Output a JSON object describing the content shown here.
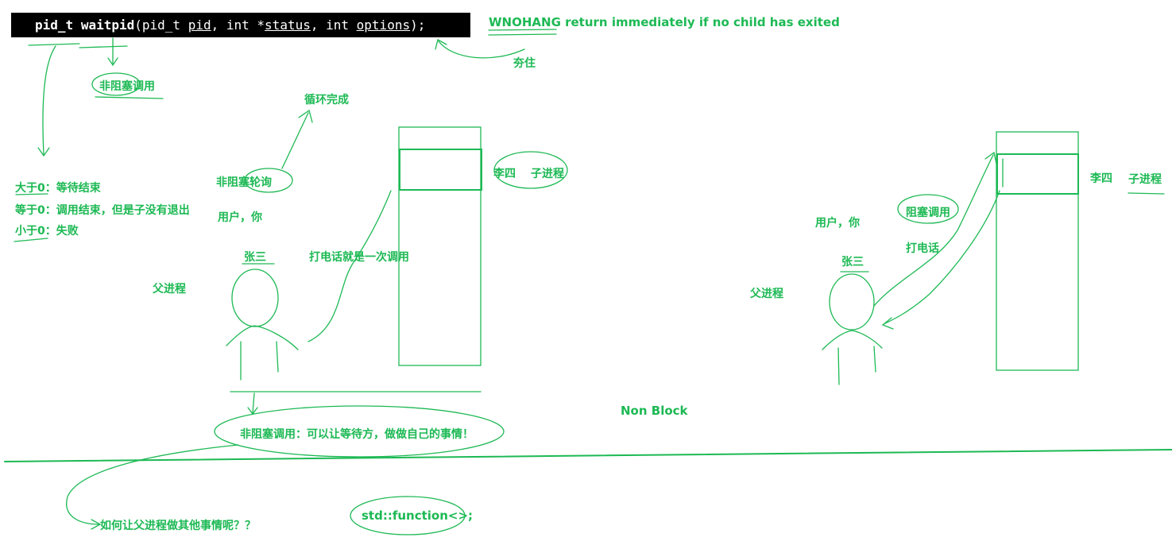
{
  "code": {
    "ret": "pid_t",
    "fn": "waitpid",
    "p1_type": "pid_t",
    "p1": "pid",
    "p2_type": "int *",
    "p2": "status",
    "p3_type": "int",
    "p3": "options",
    "close": ");"
  },
  "labels": {
    "wnohang": "WNOHANG return immediately if no child has exited",
    "kuazhu": "夯住",
    "nonblocking_call": "非阻塞调用",
    "loop_done": "循环完成",
    "nonblocking_poll": "非阻塞轮询",
    "gt0": "大于0：等待结束",
    "eq0": "等于0：调用结束，但是子没有退出",
    "lt0": "小于0：失败",
    "user_you_left": "用户，你",
    "zhangsan_left": "张三",
    "phone_call_left": "打电话就是一次调用",
    "parent_left": "父进程",
    "lisi_left": "李四",
    "child_left": "子进程",
    "nonblocking_note": "非阻塞调用：可以让等待方，做做自己的事情！",
    "non_block": "Non Block",
    "how_parent": "如何让父进程做其他事情呢？？",
    "std_function": "std::function<>;",
    "user_you_right": "用户，你",
    "blocking_call": "阻塞调用",
    "phone_call_right": "打电话",
    "zhangsan_right": "张三",
    "parent_right": "父进程",
    "lisi_right": "李四",
    "child_right": "子进程"
  },
  "colors": {
    "ink": "#1db954",
    "code_bg": "#000000",
    "code_fg": "#ffffff"
  }
}
